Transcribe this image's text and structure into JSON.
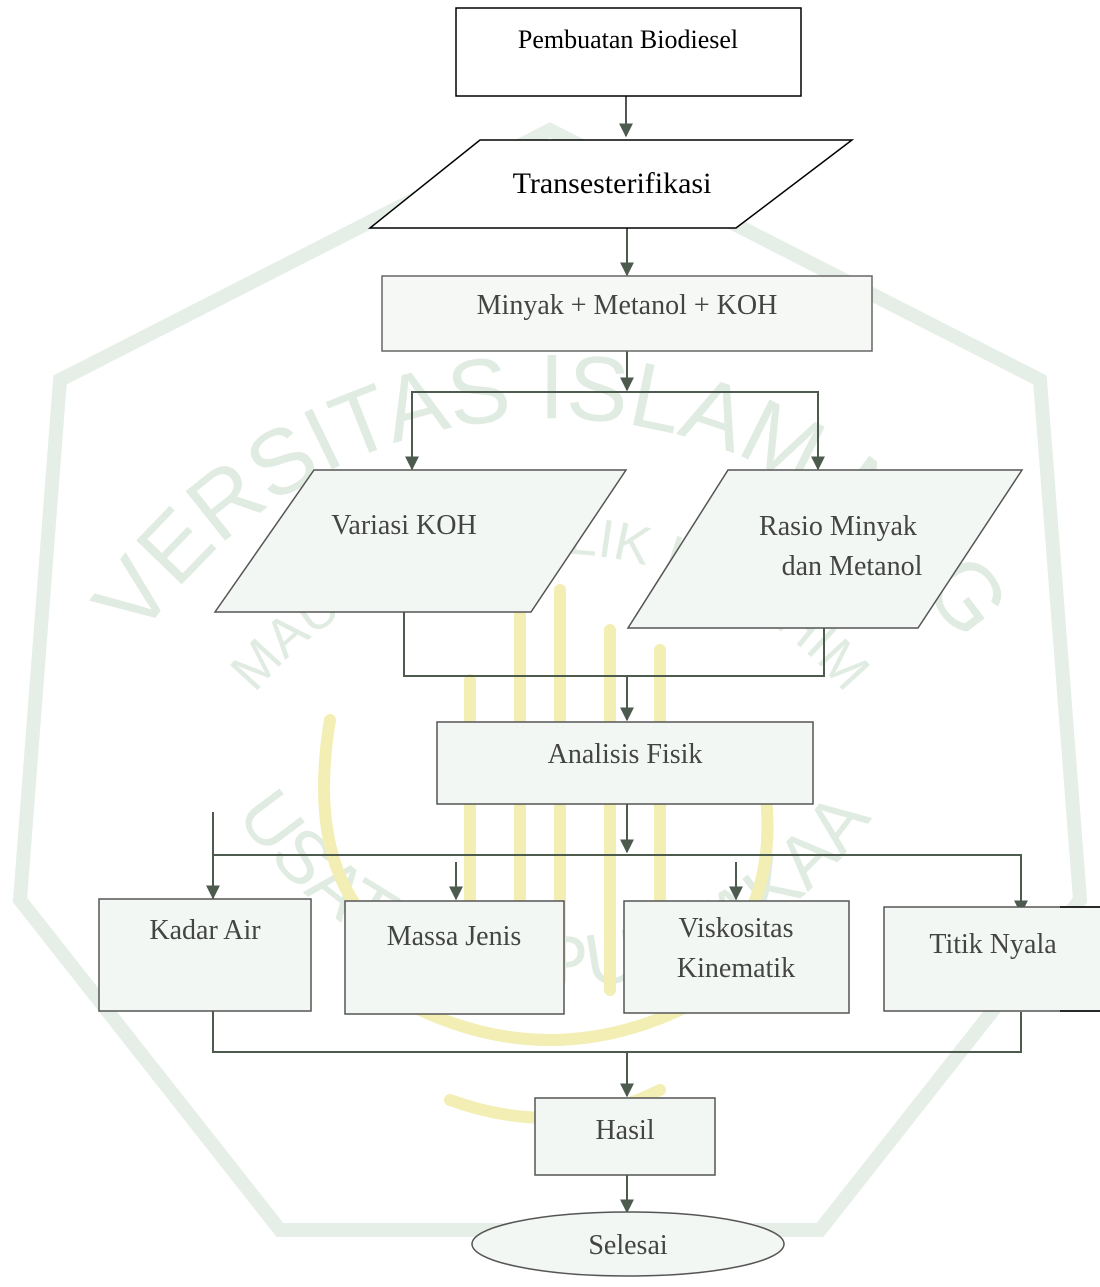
{
  "flowchart": {
    "start_box": "Pembuatan Biodiesel",
    "process_input": "Transesterifikasi",
    "mixture_box": "Minyak + Metanol + KOH",
    "variation_koh": "Variasi KOH",
    "ratio_line1": "Rasio Minyak",
    "ratio_line2": "dan Metanol",
    "analysis_box": "Analisis Fisik",
    "param_water": "Kadar Air",
    "param_density": "Massa Jenis",
    "param_viscosity_line1": "Viskositas",
    "param_viscosity_line2": "Kinematik",
    "param_flash": "Titik Nyala",
    "result_box": "Hasil",
    "end_terminal": "Selesai"
  },
  "watermark": {
    "outer_text": "UNIVERSITAS ISLAM NEGERI",
    "inner_text": "MAULANA MALIK IBRAHIM",
    "bottom_text": "PUSAT PERPUSTAKAAN",
    "color": "#dbe6dc"
  },
  "colors": {
    "line": "#555555",
    "arrow": "#4d5b4f",
    "fill": "#f1f6f1",
    "text": "#444444"
  }
}
